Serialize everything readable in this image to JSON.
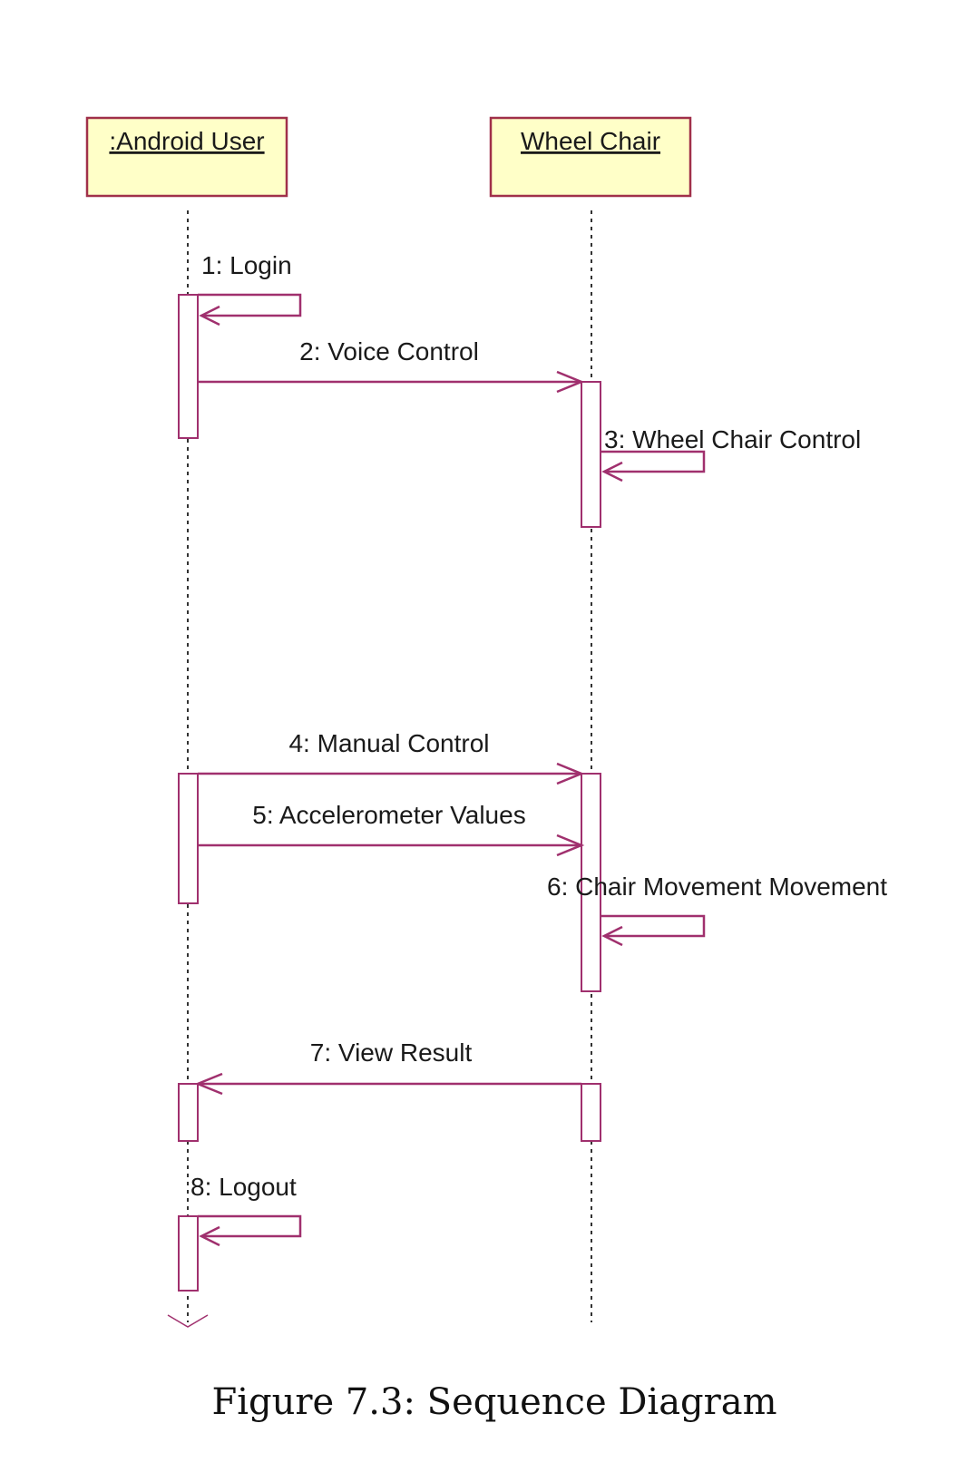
{
  "colors": {
    "lifeline_head_fill": "#ffffc8",
    "lifeline_head_stroke": "#a0304a",
    "message": "#a0306e",
    "activation_fill": "#ffffff",
    "lifeline_dash": "#333333"
  },
  "lifelines": [
    {
      "id": "user",
      "label": ":Android User"
    },
    {
      "id": "chair",
      "label": "Wheel Chair"
    }
  ],
  "messages": [
    {
      "label": "1: Login",
      "from": "user",
      "to": "user"
    },
    {
      "label": "2: Voice Control",
      "from": "user",
      "to": "chair"
    },
    {
      "label": "3: Wheel Chair Control",
      "from": "chair",
      "to": "chair"
    },
    {
      "label": "4: Manual Control",
      "from": "user",
      "to": "chair"
    },
    {
      "label": "5: Accelerometer Values",
      "from": "user",
      "to": "chair"
    },
    {
      "label": "6: Chair Movement Movement",
      "from": "chair",
      "to": "chair"
    },
    {
      "label": "7: View Result",
      "from": "chair",
      "to": "user"
    },
    {
      "label": "8: Logout",
      "from": "user",
      "to": "user"
    }
  ],
  "caption": "Figure 7.3: Sequence Diagram"
}
